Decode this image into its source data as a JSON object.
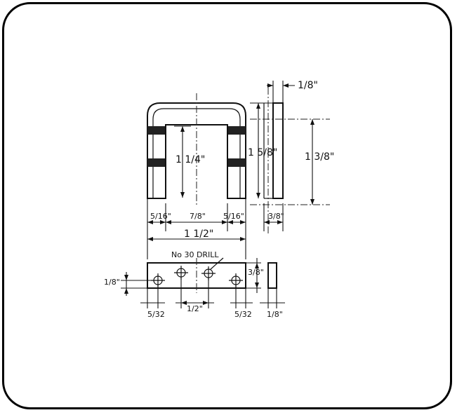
{
  "labels": {
    "side_thickness": "1/8\"",
    "inner_height": "1 1/4\"",
    "outer_height": "1 5/8\"",
    "side_height": "1 3/8\"",
    "left_leg": "5/16\"",
    "gap": "7/8\"",
    "right_leg": "5/16\"",
    "side_width": "3/8\"",
    "overall_width": "1 1/2\"",
    "drill_note": "No 30  DRILL",
    "hole_offset": "1/8\"",
    "bar_height": "3/8\"",
    "edge_left": "5/32",
    "hole_spacing": "1/2\"",
    "edge_right": "5/32",
    "bar_end_thickness": "1/8\""
  }
}
